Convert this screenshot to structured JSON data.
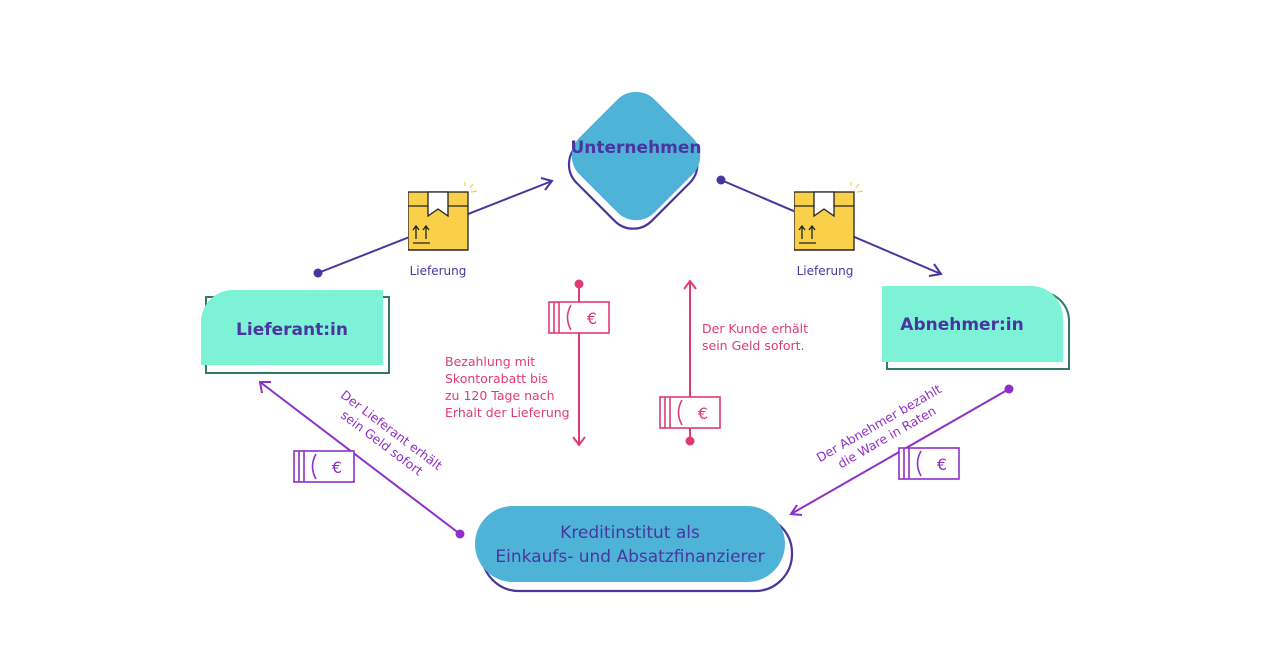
{
  "nodes": {
    "unternehmen": "Unternehmen",
    "lieferant": "Lieferant:in",
    "abnehmer": "Abnehmer:in",
    "kredit_line1": "Kreditinstitut als",
    "kredit_line2": "Einkaufs- und Absatzfinanzierer"
  },
  "labels": {
    "lieferung_left": "Lieferung",
    "lieferung_right": "Lieferung",
    "bezahlung": [
      "Bezahlung mit",
      "Skontorabatt bis",
      "zu 120 Tage nach",
      "Erhalt der Lieferung"
    ],
    "kunde": [
      "Der Kunde erhält",
      "sein Geld sofort."
    ],
    "lieferant_geld": [
      "Der Lieferant erhält",
      "sein Geld sofort"
    ],
    "abnehmer_raten": [
      "Der Abnehmer bezahlt",
      "die Ware in Raten"
    ],
    "euro": "€"
  },
  "colors": {
    "teal": "#7df2d6",
    "blue": "#4fb3d8",
    "indigo": "#4a35a0",
    "magenta": "#e03a76",
    "purple": "#8e2fc8",
    "box": "#fad04a",
    "dark_teal": "#2f7a6c"
  }
}
